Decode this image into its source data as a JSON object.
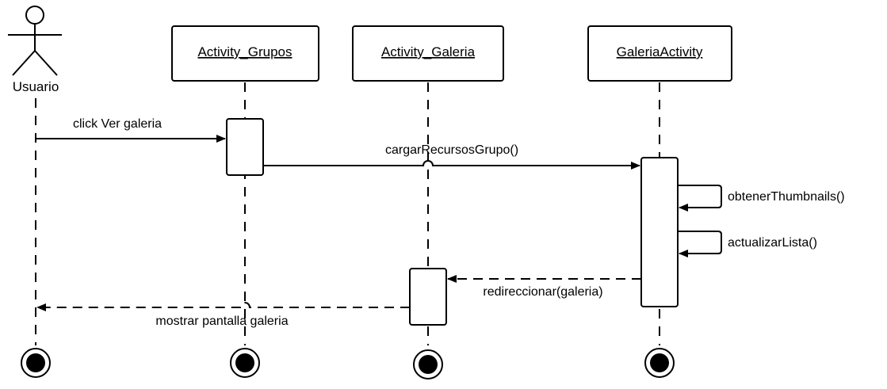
{
  "actor": {
    "label": "Usuario"
  },
  "objects": [
    {
      "id": "grupos",
      "label": "Activity_Grupos"
    },
    {
      "id": "galeria",
      "label": "Activity_Galeria"
    },
    {
      "id": "galeriaActivity",
      "label": "GaleriaActivity"
    }
  ],
  "messages": {
    "click_ver_galeria": "click Ver galeria",
    "cargar_recursos": "cargarRecursosGrupo()",
    "obtener_thumbnails": "obtenerThumbnails()",
    "actualizar_lista": "actualizarLista()",
    "redireccionar": "redireccionar(galeria)",
    "mostrar_pantalla": "mostrar pantalla galeria"
  }
}
